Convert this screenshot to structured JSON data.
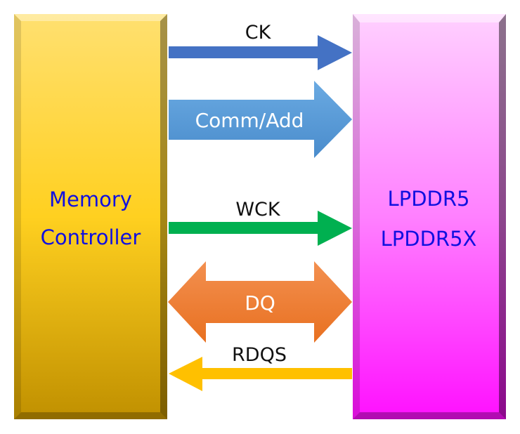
{
  "diagram": {
    "left_block": {
      "lines": [
        "Memory",
        "Controller"
      ],
      "colors": {
        "top": "#ffe070",
        "bottom": "#c09000",
        "text": "#1010e0"
      }
    },
    "right_block": {
      "lines": [
        "LPDDR5",
        "LPDDR5X"
      ],
      "colors": {
        "top": "#ffd0ff",
        "bottom": "#ff10ff",
        "text": "#1010e0"
      }
    },
    "signals": [
      {
        "id": "ck",
        "label": "CK",
        "direction": "controller-to-memory",
        "color": "#4472c4",
        "style": "thin"
      },
      {
        "id": "comm-add",
        "label": "Comm/Add",
        "direction": "controller-to-memory",
        "color": "#5b9bd5",
        "style": "wide"
      },
      {
        "id": "wck",
        "label": "WCK",
        "direction": "controller-to-memory",
        "color": "#00b050",
        "style": "thin"
      },
      {
        "id": "dq",
        "label": "DQ",
        "direction": "bidirectional",
        "color": "#ed7d31",
        "style": "wide"
      },
      {
        "id": "rdqs",
        "label": "RDQS",
        "direction": "memory-to-controller",
        "color": "#ffc000",
        "style": "thin"
      }
    ]
  }
}
